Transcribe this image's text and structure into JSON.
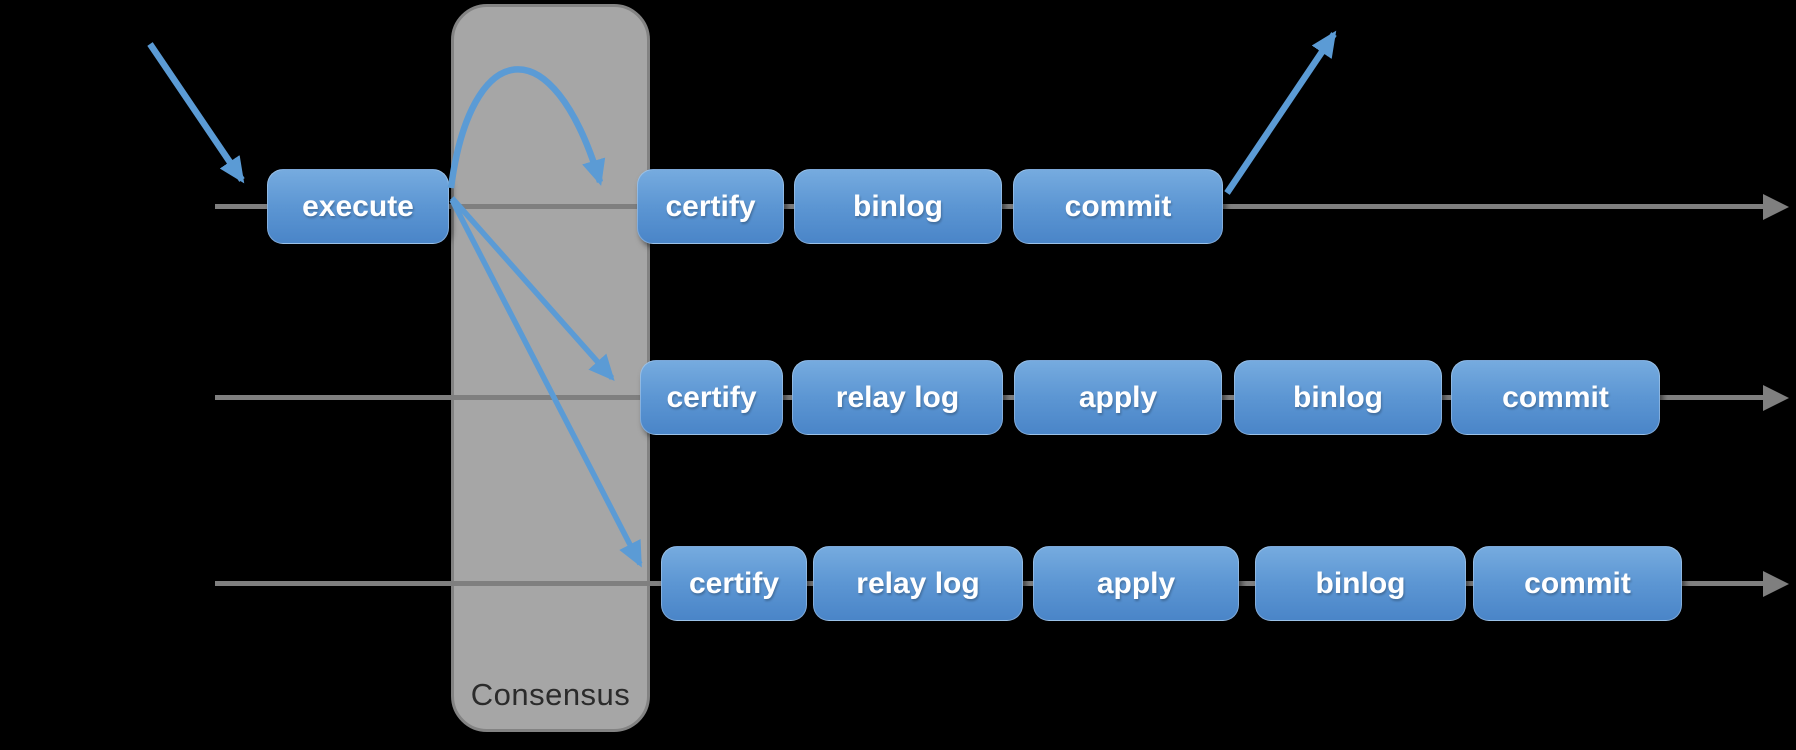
{
  "diagram": {
    "title_hint": "group replication pipeline",
    "consensus": {
      "label": "Consensus"
    },
    "rows": [
      {
        "name": "primary-timeline",
        "boxes": [
          {
            "label": "execute"
          },
          {
            "label": "certify"
          },
          {
            "label": "binlog"
          },
          {
            "label": "commit"
          }
        ]
      },
      {
        "name": "secondary-timeline-1",
        "boxes": [
          {
            "label": "certify"
          },
          {
            "label": "relay log"
          },
          {
            "label": "apply"
          },
          {
            "label": "binlog"
          },
          {
            "label": "commit"
          }
        ]
      },
      {
        "name": "secondary-timeline-2",
        "boxes": [
          {
            "label": "certify"
          },
          {
            "label": "relay log"
          },
          {
            "label": "apply"
          },
          {
            "label": "binlog"
          },
          {
            "label": "commit"
          }
        ]
      }
    ],
    "arrows": {
      "incoming": "client-request-arrow",
      "consensus_to_row1": "consensus-arc-to-primary-certify",
      "consensus_to_row2": "consensus-arrow-to-secondary1-certify",
      "consensus_to_row3": "consensus-arrow-to-secondary2-certify",
      "outgoing": "client-response-arrow"
    },
    "colors": {
      "background": "#000000",
      "box_blue_top": "#76abdf",
      "box_blue_bottom": "#4a85c8",
      "box_text": "#ffffff",
      "line_gray": "#7f7f7f",
      "arrow_blue": "#5b9bd5",
      "consensus_fill": "#a6a6a6",
      "consensus_border": "#838383",
      "consensus_text": "#2b2b2b"
    }
  }
}
